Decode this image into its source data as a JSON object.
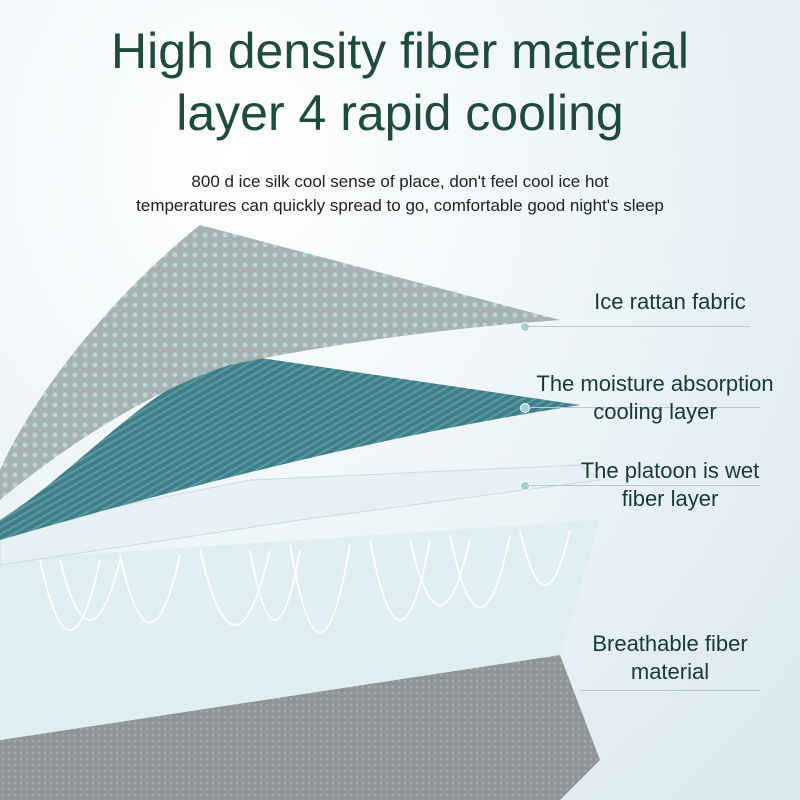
{
  "title_lines": [
    "High density fiber material",
    "layer 4 rapid cooling"
  ],
  "subtitle_lines": [
    "800 d ice silk cool sense of place, don't feel cool ice hot",
    "temperatures can quickly spread to go, comfortable good night's sleep"
  ],
  "layers": [
    {
      "label_lines": [
        "Ice rattan fabric"
      ]
    },
    {
      "label_lines": [
        "The moisture absorption",
        "cooling layer"
      ]
    },
    {
      "label_lines": [
        "The platoon is wet",
        "fiber layer"
      ]
    },
    {
      "label_lines": [
        "Breathable fiber",
        "material"
      ]
    }
  ],
  "colors": {
    "title": "#1f4a3e",
    "fabric": "#a9b5b5",
    "cooling_layer": "#3f7f8a",
    "fiber": "#e8f3f7",
    "base": "#8f9596"
  }
}
